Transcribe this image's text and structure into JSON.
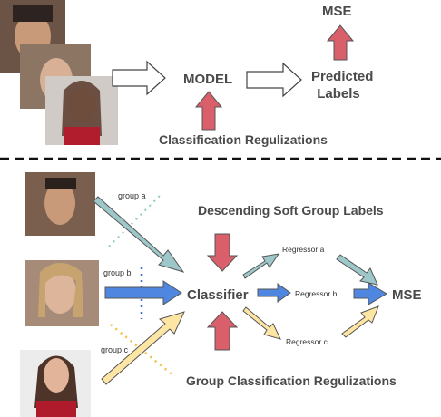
{
  "top": {
    "model": "MODEL",
    "mse": "MSE",
    "predicted_labels_line1": "Predicted",
    "predicted_labels_line2": "Labels",
    "classification_reg": "Classification Regulizations"
  },
  "bottom": {
    "descending": "Descending Soft Group Labels",
    "classifier": "Classifier",
    "mse": "MSE",
    "group_reg": "Group Classification Regulizations",
    "group_a": "group a",
    "group_b": "group b",
    "group_c": "group c",
    "regressor_a": "Regressor a",
    "regressor_b": "Regressor b",
    "regressor_c": "Regressor c"
  },
  "colors": {
    "red_arrow": "#d9606a",
    "teal_arrow": "#9ec7ca",
    "blue_arrow": "#4f86e0",
    "yellow_arrow": "#fde5a4",
    "outline": "#444444",
    "dot_teal": "#8fc9c3",
    "dot_blue": "#3a6fd8",
    "dot_yellow": "#f2c040"
  }
}
